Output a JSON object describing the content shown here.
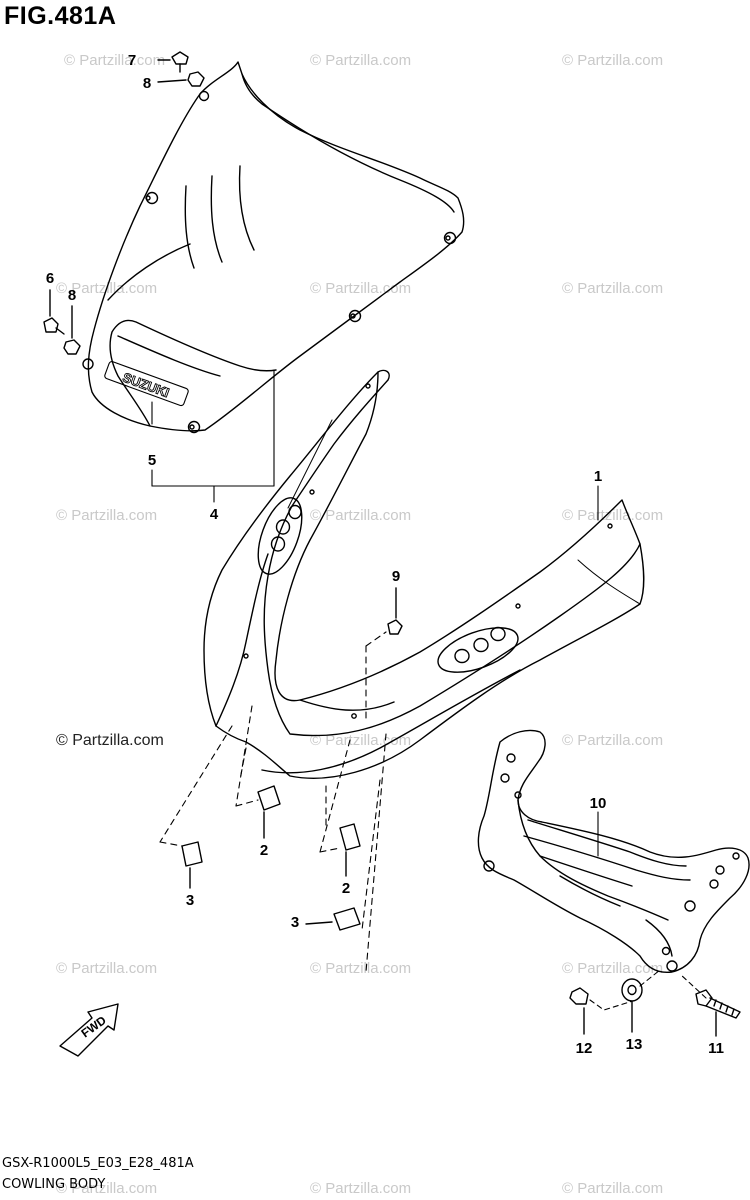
{
  "figure": {
    "title": "FIG.481A",
    "copyright": "© Partzilla.com",
    "watermark": "© Partzilla.com",
    "code": "GSX-R1000L5_E03_E28_481A",
    "name": "COWLING BODY"
  },
  "callouts": {
    "c1": "1",
    "c2a": "2",
    "c2b": "2",
    "c3a": "3",
    "c3b": "3",
    "c4": "4",
    "c5": "5",
    "c6": "6",
    "c7": "7",
    "c8a": "8",
    "c8b": "8",
    "c9": "9",
    "c10": "10",
    "c11": "11",
    "c12": "12",
    "c13": "13"
  },
  "labels": {
    "windscreen_logo": "SUZUKI",
    "fwd": "FWD"
  },
  "colors": {
    "line": "#000000",
    "watermark": "#c9c9c9"
  }
}
